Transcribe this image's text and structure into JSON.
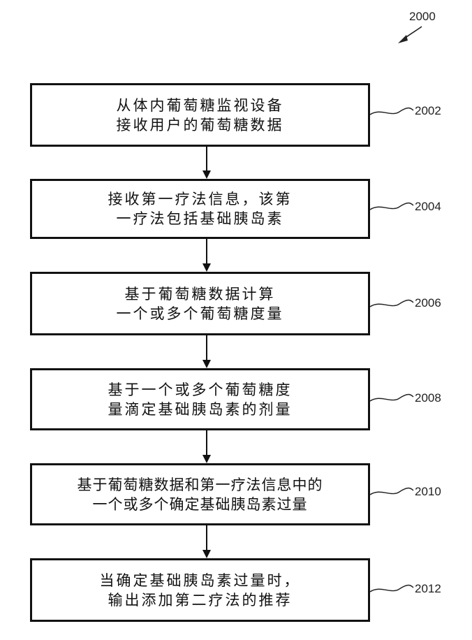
{
  "figure": {
    "ref": "2000"
  },
  "steps": [
    {
      "ref": "2002",
      "text": "从体内葡萄糖监视设备\n接收用户的葡萄糖数据"
    },
    {
      "ref": "2004",
      "text": "接收第一疗法信息，该第\n一疗法包括基础胰岛素"
    },
    {
      "ref": "2006",
      "text": "基于葡萄糖数据计算\n一个或多个葡萄糖度量"
    },
    {
      "ref": "2008",
      "text": "基于一个或多个葡萄糖度\n量滴定基础胰岛素的剂量"
    },
    {
      "ref": "2010",
      "text": "基于葡萄糖数据和第一疗法信息中的\n一个或多个确定基础胰岛素过量"
    },
    {
      "ref": "2012",
      "text": "当确定基础胰岛素过量时，\n输出添加第二疗法的推荐"
    }
  ]
}
